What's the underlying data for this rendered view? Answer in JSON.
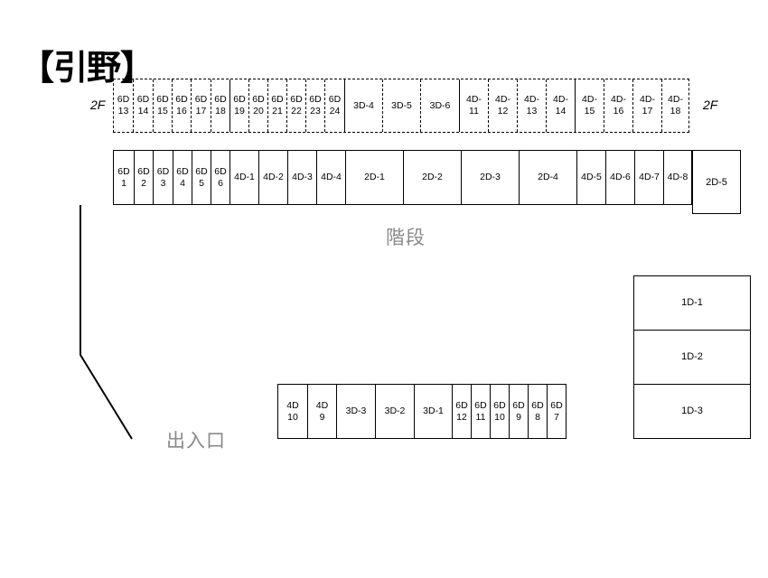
{
  "title": "【引野】",
  "floor_label": "2F",
  "row_2f": [
    {
      "label": "6D\n13",
      "w": 21
    },
    {
      "label": "6D\n14",
      "w": 22
    },
    {
      "label": "6D\n15",
      "w": 21
    },
    {
      "label": "6D\n16",
      "w": 21
    },
    {
      "label": "6D\n17",
      "w": 22
    },
    {
      "label": "6D\n18",
      "w": 21
    },
    {
      "label": "6D\n19",
      "w": 21
    },
    {
      "label": "6D\n20",
      "w": 21
    },
    {
      "label": "6D\n21",
      "w": 21
    },
    {
      "label": "6D\n22",
      "w": 21
    },
    {
      "label": "6D\n23",
      "w": 21
    },
    {
      "label": "6D\n24",
      "w": 22
    },
    {
      "label": "3D-4",
      "w": 42
    },
    {
      "label": "3D-5",
      "w": 42
    },
    {
      "label": "3D-6",
      "w": 43
    },
    {
      "label": "4D-\n11",
      "w": 32
    },
    {
      "label": "4D-\n12",
      "w": 32
    },
    {
      "label": "4D-\n13",
      "w": 32
    },
    {
      "label": "4D-\n14",
      "w": 32
    },
    {
      "label": "4D-\n15",
      "w": 32
    },
    {
      "label": "4D-\n16",
      "w": 32
    },
    {
      "label": "4D-\n17",
      "w": 32
    },
    {
      "label": "4D-\n18",
      "w": 30
    }
  ],
  "row_1f_top": [
    {
      "label": "6D\n1",
      "w": 22
    },
    {
      "label": "6D\n2",
      "w": 21
    },
    {
      "label": "6D\n3",
      "w": 22
    },
    {
      "label": "6D\n4",
      "w": 21
    },
    {
      "label": "6D\n5",
      "w": 21
    },
    {
      "label": "6D\n6",
      "w": 21
    },
    {
      "label": "4D-1",
      "w": 32
    },
    {
      "label": "4D-2",
      "w": 32
    },
    {
      "label": "4D-3",
      "w": 32
    },
    {
      "label": "4D-4",
      "w": 32
    },
    {
      "label": "2D-1",
      "w": 64
    },
    {
      "label": "2D-2",
      "w": 64
    },
    {
      "label": "2D-3",
      "w": 64
    },
    {
      "label": "2D-4",
      "w": 64
    },
    {
      "label": "4D-5",
      "w": 32
    },
    {
      "label": "4D-6",
      "w": 32
    },
    {
      "label": "4D-7",
      "w": 32
    },
    {
      "label": "4D-8",
      "w": 31
    }
  ],
  "box_2d5": "2D-5",
  "stairs_label": "階段",
  "right_stack": [
    "1D-1",
    "1D-2",
    "1D-3"
  ],
  "row_bottom": [
    {
      "label": "4D\n10",
      "w": 32
    },
    {
      "label": "4D\n9",
      "w": 32
    },
    {
      "label": "3D-3",
      "w": 43
    },
    {
      "label": "3D-2",
      "w": 43
    },
    {
      "label": "3D-1",
      "w": 42
    },
    {
      "label": "6D\n12",
      "w": 21
    },
    {
      "label": "6D\n11",
      "w": 21
    },
    {
      "label": "6D\n10",
      "w": 21
    },
    {
      "label": "6D\n9",
      "w": 21
    },
    {
      "label": "6D\n8",
      "w": 21
    },
    {
      "label": "6D\n7",
      "w": 21
    }
  ],
  "entrance_label": "出入口"
}
